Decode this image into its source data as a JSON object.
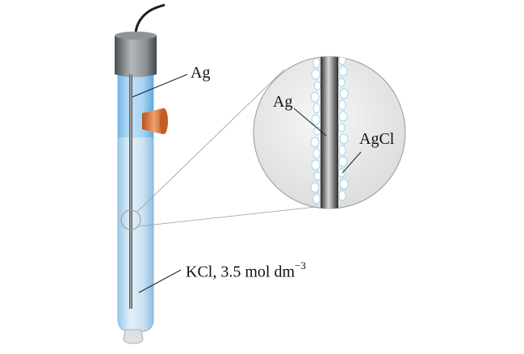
{
  "labels": {
    "ag_outer": "Ag",
    "ag_inner": "Ag",
    "agcl": "AgCl",
    "kcl_main": "KCl, 3.5 mol dm",
    "kcl_exp": "−3"
  }
}
